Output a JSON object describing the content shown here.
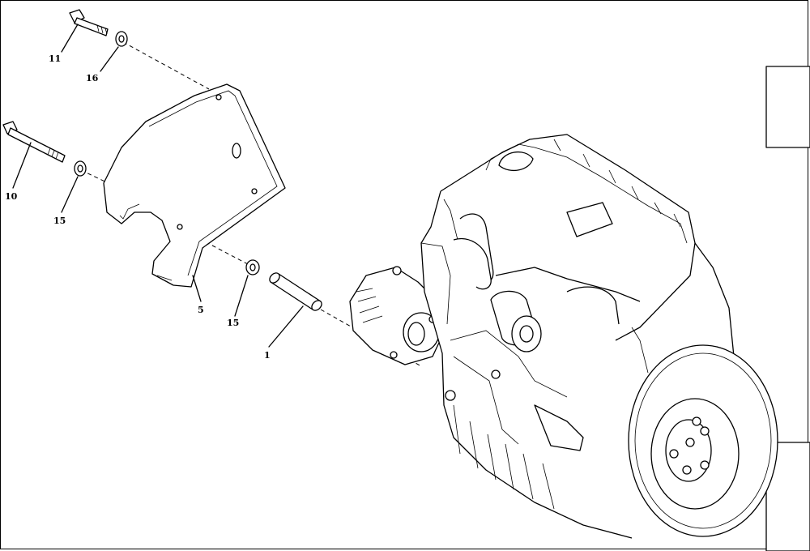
{
  "callouts": {
    "c1": "1",
    "c5": "5",
    "c10": "10",
    "c11": "11",
    "c15a": "15",
    "c15b": "15",
    "c16": "16"
  },
  "icons": {
    "bolt_long": "bolt-icon",
    "bolt_short": "bolt-icon",
    "washer": "washer-icon",
    "shield": "belt-guard-icon",
    "spacer": "spacer-icon",
    "alternator": "alternator-icon",
    "engine": "engine-icon"
  },
  "colors": {
    "line": "#000000",
    "background": "#ffffff"
  }
}
